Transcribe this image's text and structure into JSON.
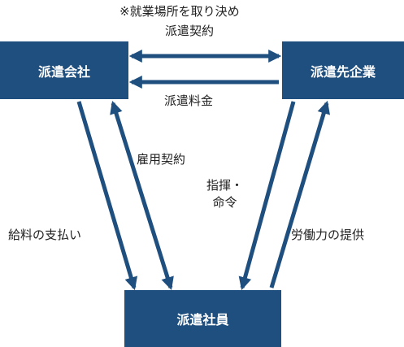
{
  "nodes": {
    "haken_kaisha": "派遣会社",
    "hakensaki_kigyo": "派遣先企業",
    "haken_shain": "派遣社員"
  },
  "labels": {
    "note": "※就業場所を取り決め",
    "contract": "派遣契約",
    "fee": "派遣料金",
    "employment": "雇用契約",
    "command_line1": "指揮・",
    "command_line2": "命令",
    "salary": "給料の支払い",
    "labor": "労働力の提供"
  },
  "colors": {
    "node_fill": "#1f4f7e",
    "arrow": "#1f4f7e",
    "text": "#222222"
  }
}
